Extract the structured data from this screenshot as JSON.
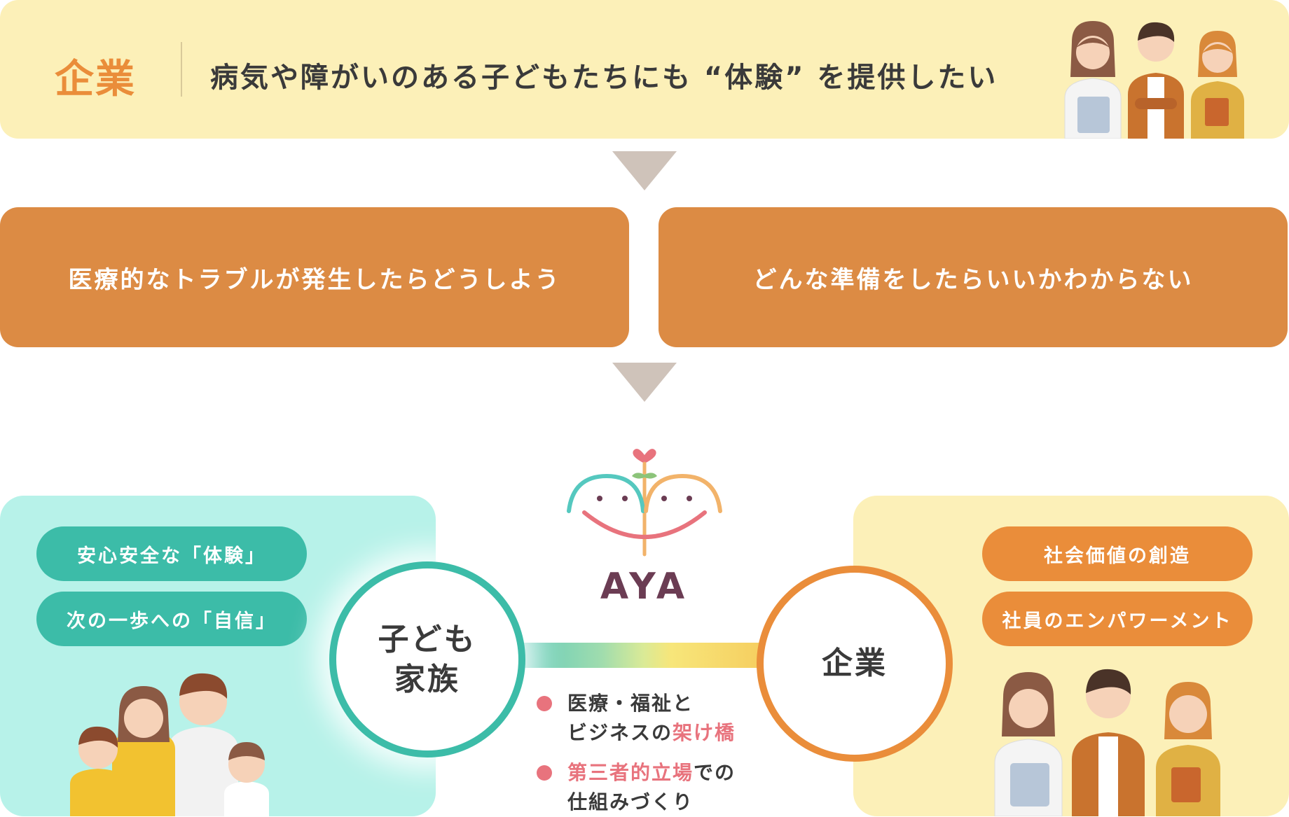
{
  "banner": {
    "label": "企業",
    "text": "病気や障がいのある子どもたちにも “体験” を提供したい",
    "illustration_icon": "three-business-people-illustration"
  },
  "concerns": [
    "医療的なトラブルが発生したらどうしよう",
    "どんな準備をしたらいいかわからない"
  ],
  "family": {
    "circle_label": "子ども\n家族",
    "pills": [
      "安心安全な「体験」",
      "次の一歩への「自信」"
    ],
    "illustration_icon": "family-illustration"
  },
  "company": {
    "circle_label": "企業",
    "pills": [
      "社会価値の創造",
      "社員のエンパワーメント"
    ],
    "illustration_icon": "three-business-people-illustration"
  },
  "logo": {
    "name": "AYA",
    "icon": "aya-sprout-logo-icon"
  },
  "bullets": [
    {
      "line1": "医療・福祉と",
      "line2_pre": "ビジネスの",
      "line2_highlight": "架け橋",
      "line2_post": ""
    },
    {
      "line1_highlight": "第三者的立場",
      "line1_post": "での",
      "line2": "仕組みづくり"
    }
  ],
  "colors": {
    "cream": "#fcf0b8",
    "orange_box": "#dc8b44",
    "orange": "#ea8d3a",
    "teal": "#3cbca8",
    "mint": "#b7f2e9",
    "pink": "#e8737d",
    "arrow": "#cfc3ba",
    "logo_text": "#6b3c53"
  }
}
